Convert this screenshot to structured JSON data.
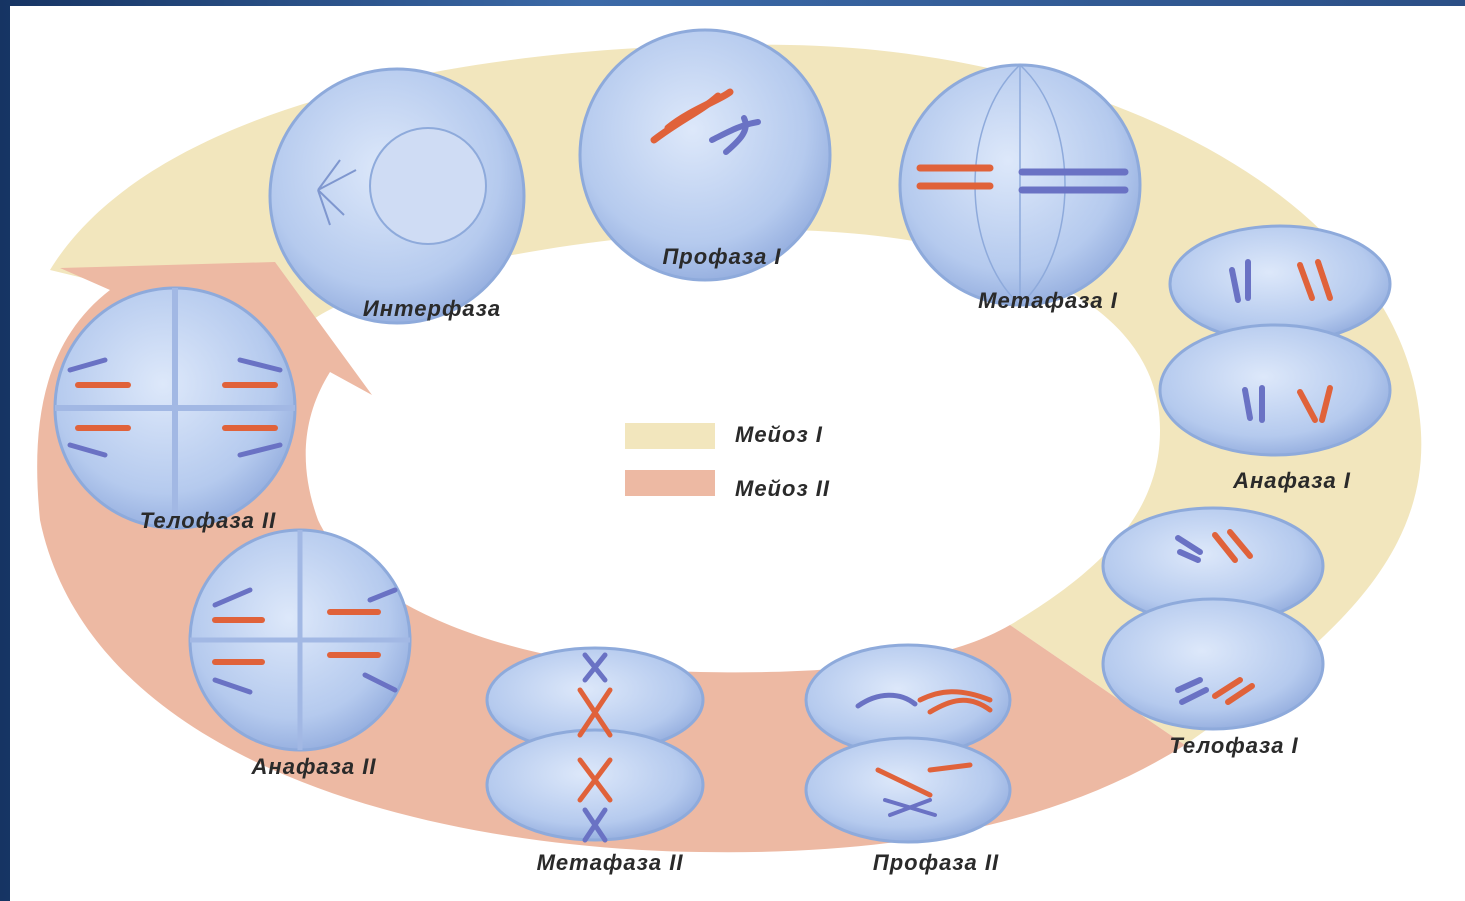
{
  "legend": [
    {
      "label": "Мейоз I",
      "color": "#f2e6bd"
    },
    {
      "label": "Мейоз II",
      "color": "#edb9a3"
    }
  ],
  "phases": [
    {
      "key": "interphase",
      "label": "Интерфаза"
    },
    {
      "key": "prophase1",
      "label": "Профаза I"
    },
    {
      "key": "metaphase1",
      "label": "Метафаза I"
    },
    {
      "key": "anaphase1",
      "label": "Анафаза I"
    },
    {
      "key": "telophase1",
      "label": "Телофаза I"
    },
    {
      "key": "prophase2",
      "label": "Профаза II"
    },
    {
      "key": "metaphase2",
      "label": "Метафаза II"
    },
    {
      "key": "anaphase2",
      "label": "Анафаза II"
    },
    {
      "key": "telophase2",
      "label": "Телофаза II"
    }
  ],
  "colors": {
    "background_dark": "#1f3f72",
    "canvas": "#ffffff",
    "meiosis1_band": "#f2e6bd",
    "meiosis2_band": "#edb9a3",
    "cell_fill": "#b9cdee",
    "cell_edge": "#8eaadb",
    "chromosome_red": "#e0623a",
    "chromosome_blue": "#6a72c4"
  }
}
